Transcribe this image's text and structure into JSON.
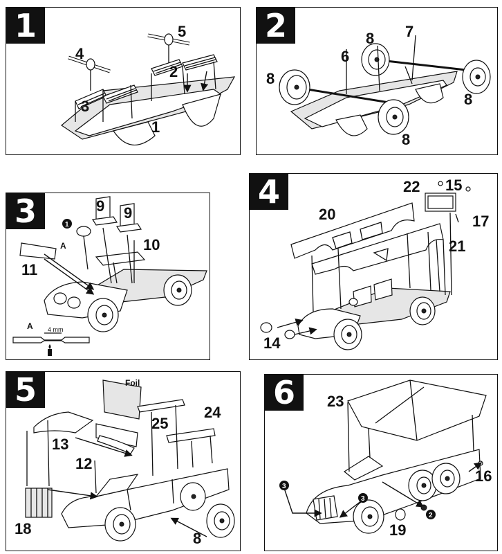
{
  "steps": [
    {
      "number": "1",
      "callouts": [
        "1",
        "2",
        "3",
        "4",
        "5"
      ]
    },
    {
      "number": "2",
      "callouts": [
        "6",
        "7",
        "8"
      ]
    },
    {
      "number": "3",
      "callouts": [
        "9",
        "10",
        "11"
      ],
      "detail_label": "A",
      "dimension": "4 mm",
      "markers": [
        "1"
      ]
    },
    {
      "number": "4",
      "callouts": [
        "14",
        "15",
        "17",
        "20",
        "21",
        "22"
      ]
    },
    {
      "number": "5",
      "callouts": [
        "8",
        "12",
        "13",
        "18",
        "24",
        "25"
      ],
      "foil_label": "Foil"
    },
    {
      "number": "6",
      "callouts": [
        "16",
        "19",
        "23"
      ],
      "markers": [
        "2",
        "3"
      ]
    }
  ],
  "colors": {
    "ink": "#111111",
    "paper": "#ffffff",
    "shade": "#e6e6e6"
  }
}
